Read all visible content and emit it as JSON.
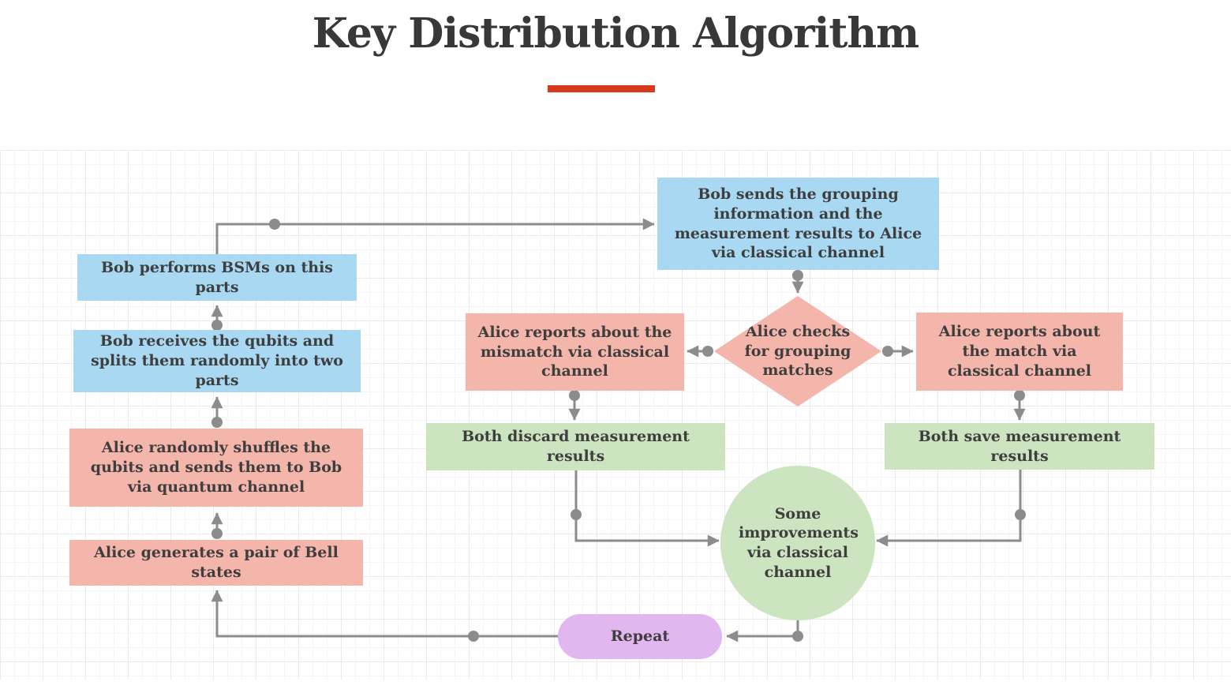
{
  "title": "Key Distribution Algorithm",
  "nodes": {
    "alice_bell": {
      "label": "Alice generates a pair of Bell states"
    },
    "alice_shuffle": {
      "label": "Alice randomly shuffles the qubits and sends them to Bob via quantum channel"
    },
    "bob_receive": {
      "label": "Bob receives the qubits and splits them randomly into two parts"
    },
    "bob_bsm": {
      "label": "Bob performs BSMs on this parts"
    },
    "bob_sends": {
      "label": "Bob sends the grouping information and the measurement results to Alice via classical channel"
    },
    "alice_checks": {
      "label": "Alice checks for grouping matches"
    },
    "report_mismatch": {
      "label": "Alice reports about the mismatch via classical channel"
    },
    "report_match": {
      "label": "Alice reports about the match via classical channel"
    },
    "discard": {
      "label": "Both discard measurement results"
    },
    "save": {
      "label": "Both save measurement results"
    },
    "improvements": {
      "label": "Some improvements via classical channel"
    },
    "repeat": {
      "label": "Repeat"
    }
  },
  "colors": {
    "process_blue": "#a9d8f3",
    "alice_pink": "#f4b5ab",
    "result_green": "#cde4c0",
    "repeat_purple": "#e2b6ef",
    "connector_gray": "#8c8c8c",
    "text": "#3e3e3e",
    "accent_red": "#d6391b"
  }
}
